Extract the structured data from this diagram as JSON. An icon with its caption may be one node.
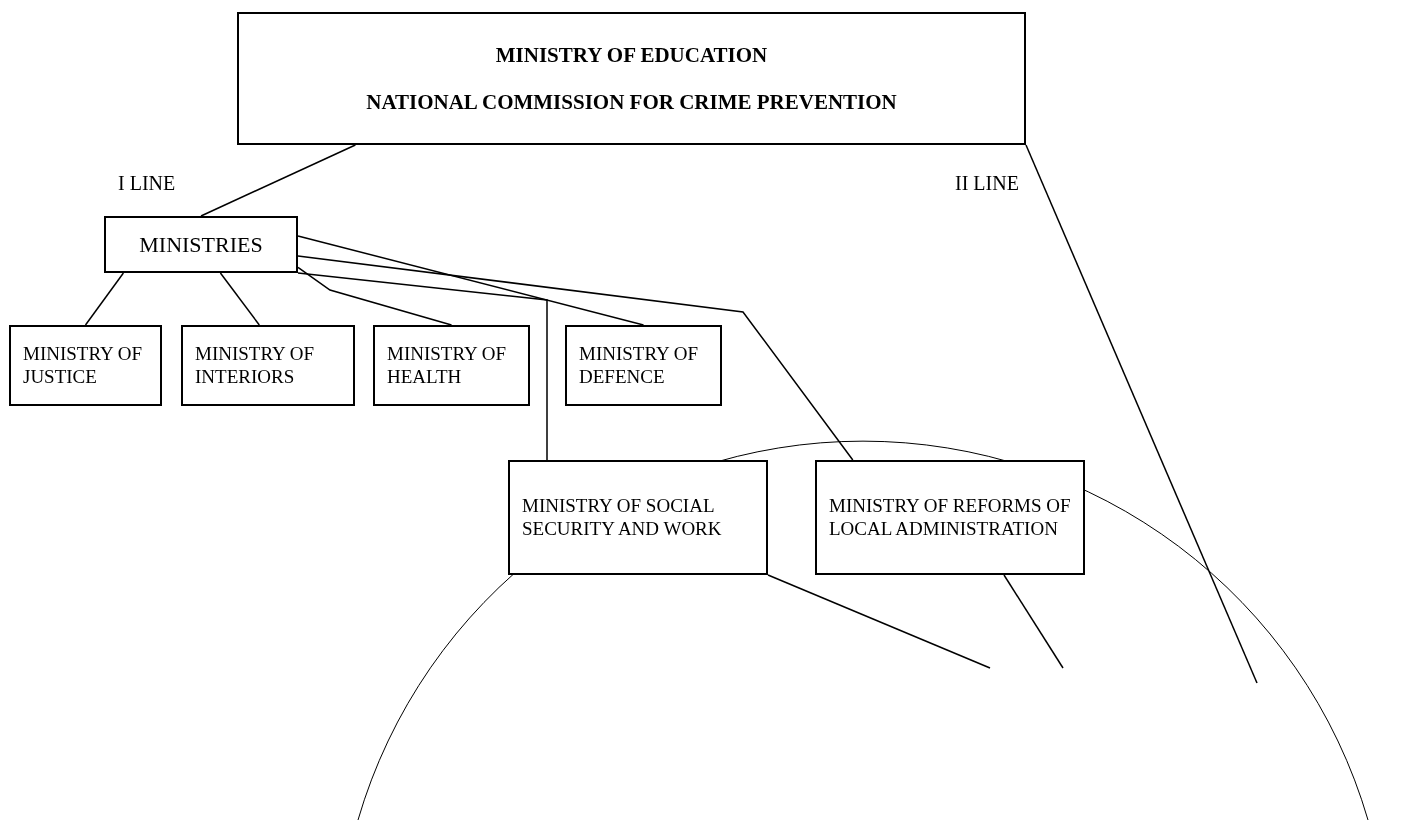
{
  "diagram": {
    "nodes": [
      {
        "text": [
          "MINISTRY OF EDUCATION",
          "NATIONAL COMMISSION FOR CRIME PREVENTION"
        ]
      },
      {
        "text": [
          "MINISTRIES"
        ]
      },
      {
        "text": [
          "MINISTRY OF JUSTICE"
        ]
      },
      {
        "text": [
          "MINISTRY OF INTERIORS"
        ]
      },
      {
        "text": [
          "MINISTRY OF HEALTH"
        ]
      },
      {
        "text": [
          "MINISTRY OF DEFENCE"
        ]
      },
      {
        "text": [
          "MINISTRY OF SOCIAL SECURITY AND WORK"
        ]
      },
      {
        "text": [
          "MINISTRY OF REFORMS OF LOCAL ADMINISTRATION"
        ]
      }
    ],
    "edges": [
      {
        "from": 0,
        "to": 1,
        "arrow": "none"
      },
      {
        "from": 1,
        "to": 2,
        "arrow": "none"
      },
      {
        "from": 1,
        "to": 3,
        "arrow": "none"
      },
      {
        "from": 1,
        "to": 4,
        "arrow": "none"
      },
      {
        "from": 1,
        "to": 5,
        "arrow": "none"
      },
      {
        "from": 1,
        "to": 6,
        "arrow": "none"
      },
      {
        "from": 1,
        "to": 7,
        "arrow": "none"
      },
      {
        "from": 0,
        "to": null,
        "arrow": "none"
      },
      {
        "from": 6,
        "to": null,
        "arrow": "none"
      },
      {
        "from": 7,
        "to": null,
        "arrow": "none"
      }
    ],
    "labels": [
      "I LINE",
      "II LINE"
    ]
  }
}
